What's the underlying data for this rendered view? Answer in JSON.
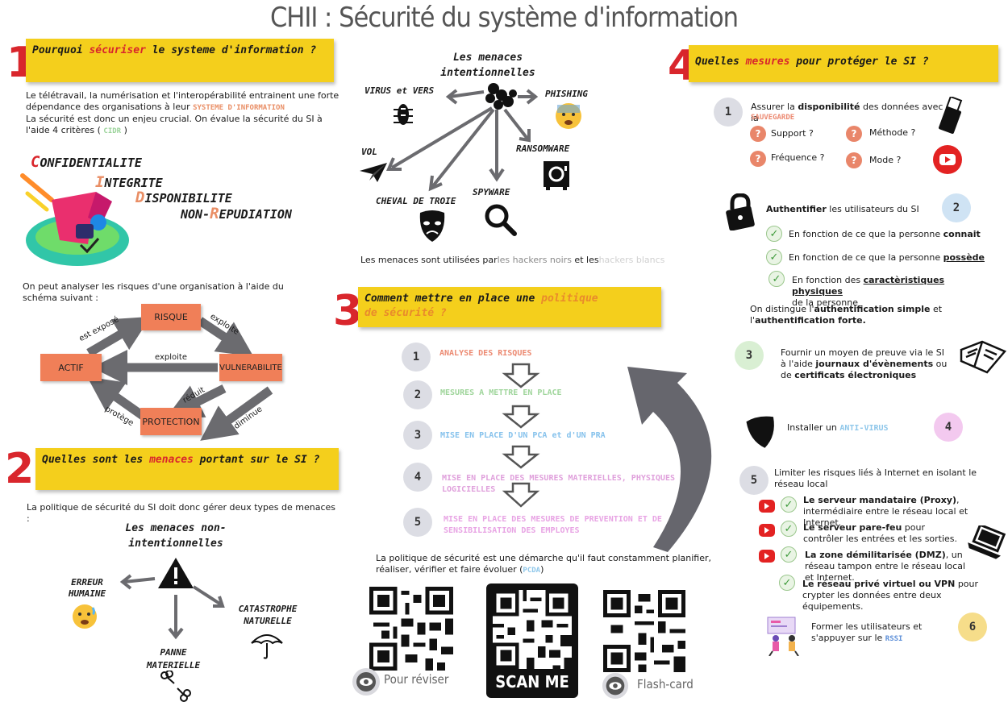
{
  "title": "CHII : Sécurité du système d'information",
  "s1": {
    "num": "1",
    "title_a": "Pourquoi ",
    "title_hl": "sécuriser",
    "title_b": " le systeme d'information ?",
    "p1": "Le télétravail, la numérisation et l'interopérabilité entrainent une forte dépendance des organisations à leur",
    "p1_hl": "SYSTEME D'INFORMATION",
    "p2": "La sécurité est donc un enjeu crucial. On évalue la sécurité du SI à l'aide 4 critères (",
    "p2_hl": "CIDR",
    "p2_end": ")",
    "c_letter": "C",
    "c_rest": "ONFIDENTIALITE",
    "i_letter": "I",
    "i_rest": "NTEGRITE",
    "d_letter": "D",
    "d_rest": "ISPONIBILITE",
    "r_a": "NON-",
    "r_letter": "R",
    "r_rest": "EPUDIATION",
    "schema_intro": "On peut analyser les risques d'une organisation à l'aide du schéma suivant :",
    "schema": {
      "risque": "RISQUE",
      "actif": "ACTIF",
      "vulnerabilite": "VULNERABILITE",
      "protection": "PROTECTION",
      "est_expose": "est exposé",
      "exploite_top": "exploite",
      "exploite_mid": "exploite",
      "reduit": "réduit",
      "protege": "protège",
      "diminue": "diminue"
    }
  },
  "s2": {
    "num": "2",
    "title_a": "Quelles sont les ",
    "title_hl": "menaces",
    "title_b": " portant sur le SI ?",
    "intro": "La politique de sécurité du SI doit donc gérer deux types de menaces :",
    "non_int_title": "Les menaces non-intentionnelles",
    "erreur": "ERREUR HUMAINE",
    "catastrophe": "CATASTROPHE NATURELLE",
    "panne": "PANNE MATERIELLE"
  },
  "intent": {
    "title": "Les menaces intentionnelles",
    "virus": "VIRUS et VERS",
    "phishing": "PHISHING",
    "vol": "VOL",
    "ransomware": "RANSOMWARE",
    "spyware": "SPYWARE",
    "cheval": "CHEVAL DE TROIE",
    "footer_a": "Les menaces sont utilisées par",
    "footer_hl1": "les hackers noirs",
    "footer_b": " et les",
    "footer_hl2": "hackers blancs"
  },
  "s3": {
    "num": "3",
    "title_a": "Comment mettre en place une ",
    "title_hl": "politique",
    "title_b": "de sécurité ?",
    "steps": [
      {
        "n": "1",
        "label": "ANALYSE DES RISQUES"
      },
      {
        "n": "2",
        "label": "MESURES A METTRE EN  PLACE"
      },
      {
        "n": "3",
        "label": "MISE EN PLACE D'UN PCA et d'UN PRA"
      },
      {
        "n": "4",
        "label": "MISE EN PLACE DES MESURES MATERIELLES, PHYSIQUES ET LOGICIELLES"
      },
      {
        "n": "5",
        "label": "MISE EN PLACE DES MESURES DE PREVENTION ET DE SENSIBILISATION DES EMPLOYES"
      }
    ],
    "footer": "La politique de sécurité est une démarche qu'il faut constamment planifier, réaliser, vérifier et faire évoluer (",
    "footer_hl": "PCDA",
    "footer_end": ")",
    "qr1_label": "Pour réviser",
    "qr2_label": "SCAN ME",
    "qr3_label": "Flash-card"
  },
  "s4": {
    "num": "4",
    "title_a": "Quelles ",
    "title_hl": "mesures",
    "title_b": " pour protéger le SI ?",
    "m1": {
      "n": "1",
      "text_a": "Assurer la ",
      "text_b": "disponibilité",
      "text_c": " des données avec la",
      "hl": "SAUVEGARDE",
      "q1": "Support ?",
      "q2": "Méthode ?",
      "q3": "Fréquence ?",
      "q4": "Mode ?"
    },
    "m2": {
      "n": "2",
      "head_b": "Authentifier",
      "head_rest": " les utilisateurs du SI",
      "c1_a": "En fonction de ce que la personne ",
      "c1_b": "connait",
      "c2_a": "En fonction de ce que la personne ",
      "c2_b": "possède",
      "c3_a": "En fonction des ",
      "c3_b": "caractèristiques physiques",
      "c3_c": "de la personne",
      "dist_a": "On distingue l'",
      "dist_b": "authentification simple",
      "dist_c": " et l'",
      "dist_d": "authentification forte."
    },
    "m3": {
      "n": "3",
      "text_a": "Fournir un moyen de preuve via le SI à l'aide ",
      "text_b": "journaux d'évènements",
      "text_c": " ou de ",
      "text_d": "certificats électroniques"
    },
    "m4": {
      "n": "4",
      "text": "Installer un ",
      "hl": "ANTI-VIRUS"
    },
    "m5": {
      "n": "5",
      "text": "Limiter les risques liés à Internet en isolant le réseau local",
      "i1_b": "Le serveur mandataire (Proxy)",
      "i1_rest": ", intermédiaire entre le réseau local et Internet.",
      "i2_b": "Le serveur pare-feu",
      "i2_rest": " pour contrôler les entrées et les sorties.",
      "i3_b": "La zone démilitarisée (DMZ)",
      "i3_rest": ", un réseau tampon entre le réseau local et Internet.",
      "i4_b": "Le réseau privé virtuel ou VPN",
      "i4_rest": " pour crypter les données entre deux équipements."
    },
    "m6": {
      "n": "6",
      "text": "Former les utilisateurs et s'appuyer sur le ",
      "hl": "RSSI"
    }
  },
  "colors": {
    "banner": "#f4cf1c",
    "red": "#d9262c",
    "orange_box": "#f07f58",
    "arrow_gray": "#6b6b6f"
  }
}
